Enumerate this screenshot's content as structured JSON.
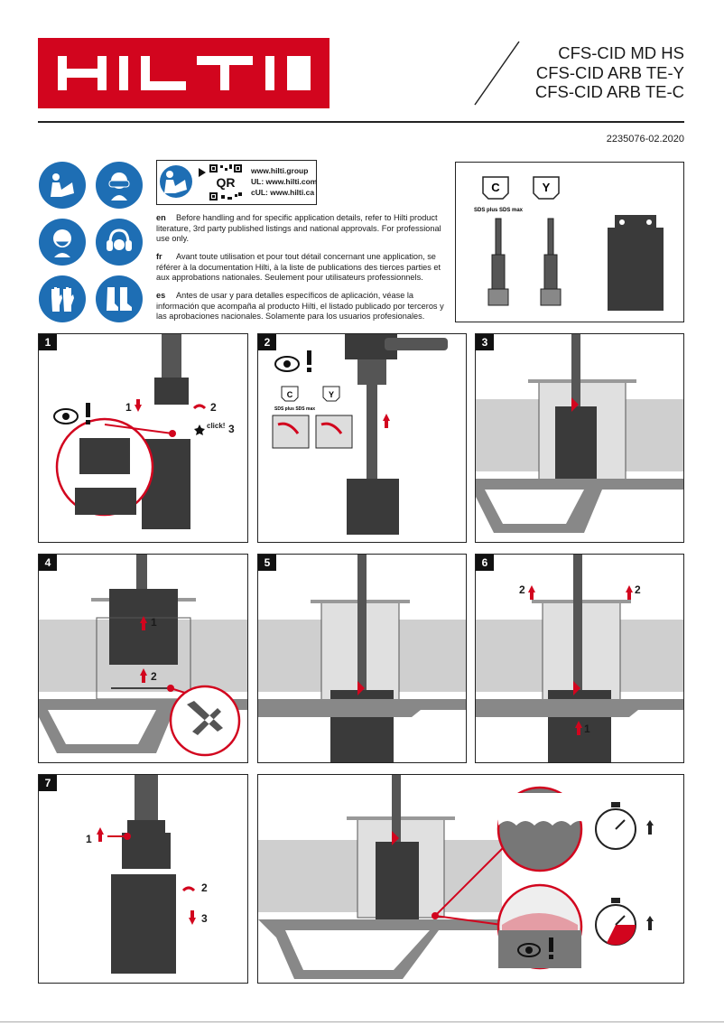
{
  "brand": {
    "logo_text": "HILTI",
    "logo_color": "#d2051e"
  },
  "product_titles": [
    "CFS-CID MD HS",
    "CFS-CID ARB TE-Y",
    "CFS-CID ARB TE-C"
  ],
  "doc_number": "2235076-02.2020",
  "ppe_icons": [
    "read-manual-icon",
    "safety-goggles-icon",
    "dust-mask-icon",
    "ear-protection-icon",
    "gloves-icon",
    "safety-boots-icon"
  ],
  "qr": {
    "label": "QR",
    "urls": [
      "www.hilti.group",
      "UL: www.hilti.com",
      "cUL: www.hilti.ca"
    ]
  },
  "instructions": [
    {
      "lang": "en",
      "text": "Before handling and for specific application details, refer to Hilti product literature, 3rd party published listings and national approvals. For professional use only."
    },
    {
      "lang": "fr",
      "text": "Avant toute utilisation et pour tout détail concernant une application, se référer à la documentation Hilti, à la liste de publications des tierces parties et aux approbations nationales. Seulement pour utilisateurs professionnels."
    },
    {
      "lang": "es",
      "text": "Antes de usar y para detalles específicos de aplicación, véase la información que acompaña al producto Hilti, el listado publicado por terceros y las aprobaciones nacionales. Solamente para los usuarios profesionales."
    }
  ],
  "tools": {
    "chuck_c": "C",
    "chuck_y": "Y",
    "sds_label": "SDS plus SDS max"
  },
  "steps": {
    "s1": {
      "num": "1",
      "a": "1",
      "b": "2",
      "click": "click!",
      "c": "3"
    },
    "s2": {
      "num": "2",
      "chuck_c": "C",
      "chuck_y": "Y",
      "sds": "SDS plus SDS max"
    },
    "s3": {
      "num": "3"
    },
    "s4": {
      "num": "4",
      "a": "1",
      "b": "2"
    },
    "s5": {
      "num": "5"
    },
    "s6": {
      "num": "6",
      "left": "2",
      "right": "2",
      "bottom": "1"
    },
    "s7": {
      "num": "7",
      "a": "1",
      "b": "2",
      "c": "3"
    },
    "s8": {}
  },
  "colors": {
    "red": "#d2051e",
    "blue": "#1e6eb4",
    "dark": "#3a3a3a",
    "concrete": "#cfcfcf"
  }
}
